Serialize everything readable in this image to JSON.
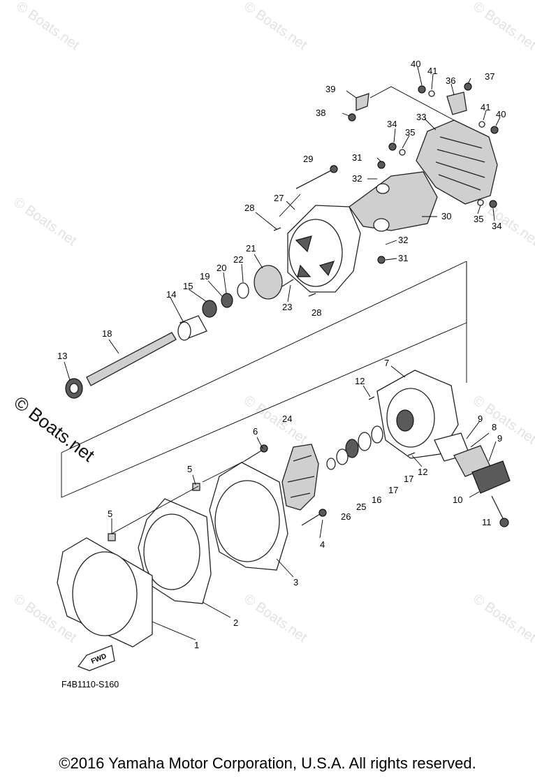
{
  "watermark": "© Boats.net",
  "figure_code": "F4B1110-S160",
  "fwd_label": "FWD",
  "copyright": "©2016 Yamaha Motor Corporation, U.S.A. All rights reserved.",
  "part_labels": {
    "p1": "1",
    "p2": "2",
    "p3": "3",
    "p4": "4",
    "p5a": "5",
    "p5b": "5",
    "p6": "6",
    "p7": "7",
    "p8": "8",
    "p9a": "9",
    "p9b": "9",
    "p10": "10",
    "p11": "11",
    "p12a": "12",
    "p12b": "12",
    "p13": "13",
    "p14": "14",
    "p15": "15",
    "p16": "16",
    "p17a": "17",
    "p17b": "17",
    "p18": "18",
    "p19": "19",
    "p20": "20",
    "p21": "21",
    "p22": "22",
    "p23": "23",
    "p24": "24",
    "p25": "25",
    "p26": "26",
    "p27": "27",
    "p28a": "28",
    "p28b": "28",
    "p29": "29",
    "p30": "30",
    "p31a": "31",
    "p31b": "31",
    "p32a": "32",
    "p32b": "32",
    "p33": "33",
    "p34a": "34",
    "p34b": "34",
    "p35a": "35",
    "p35b": "35",
    "p36": "36",
    "p37": "37",
    "p38": "38",
    "p39": "39",
    "p40a": "40",
    "p40b": "40",
    "p41a": "41",
    "p41b": "41"
  }
}
